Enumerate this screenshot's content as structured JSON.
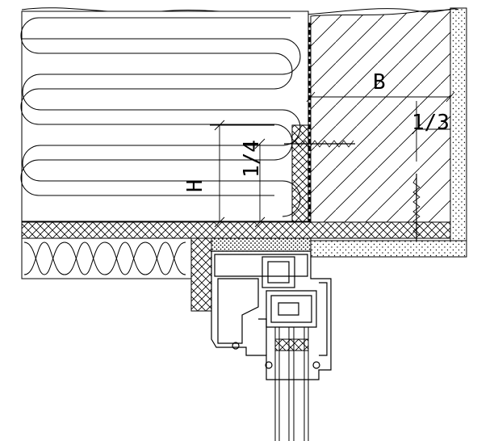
{
  "labels": {
    "b": "B",
    "h": "H",
    "quarter": "1/4",
    "third": "1/3"
  },
  "colors": {
    "line": "#000000",
    "background": "#ffffff"
  }
}
